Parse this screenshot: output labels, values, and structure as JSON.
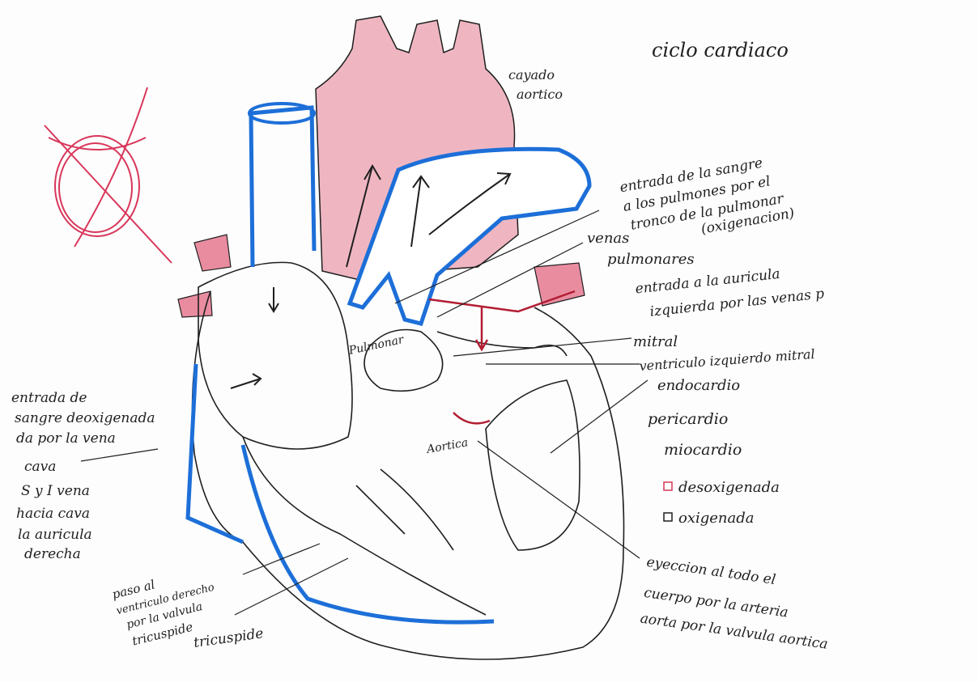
{
  "title": "ciclo cardiaco",
  "labels": {
    "cayado": [
      "cayado",
      "aortico"
    ],
    "pulmonar_in": [
      "entrada de la sangre",
      "a los pulmones por el",
      "tronco de la pulmonar",
      "(oxigenacion)"
    ],
    "venas_pulm": [
      "venas",
      "pulmonares"
    ],
    "auricula_izq": [
      "entrada a la auricula",
      "izquierda por las venas p"
    ],
    "mitral": "mitral",
    "ventriculo": "ventriculo izquierdo mitral",
    "endocardio": "endocardio",
    "pericardio": "pericardio",
    "miocardio": "miocardio",
    "vena_cava": [
      "entrada de",
      "sangre deoxigenada",
      "da por la vena",
      "cava",
      "S y I vena",
      "hacia cava",
      "la auricula",
      "derecha"
    ],
    "tricuspide_a": [
      "paso al",
      "ventriculo derecho",
      "por la valvula",
      "tricuspide"
    ],
    "tricuspide_b": "tricuspide",
    "eyeccion": [
      "eyeccion al todo el",
      "cuerpo por la arteria",
      "aorta por la valvula aortica"
    ],
    "pulmonar_tag": "Pulmonar",
    "aortica_tag": "Aortica"
  },
  "legend": [
    {
      "label": "desoxigenada",
      "color": "#d9365a"
    },
    {
      "label": "oxigenada",
      "color": "#1f1f1f"
    }
  ],
  "colors": {
    "blue": "#1d6fd8",
    "red": "#e8a2b0",
    "ink": "#1f1f1f",
    "redmark": "#d9365a",
    "darkred": "#b21d33"
  }
}
